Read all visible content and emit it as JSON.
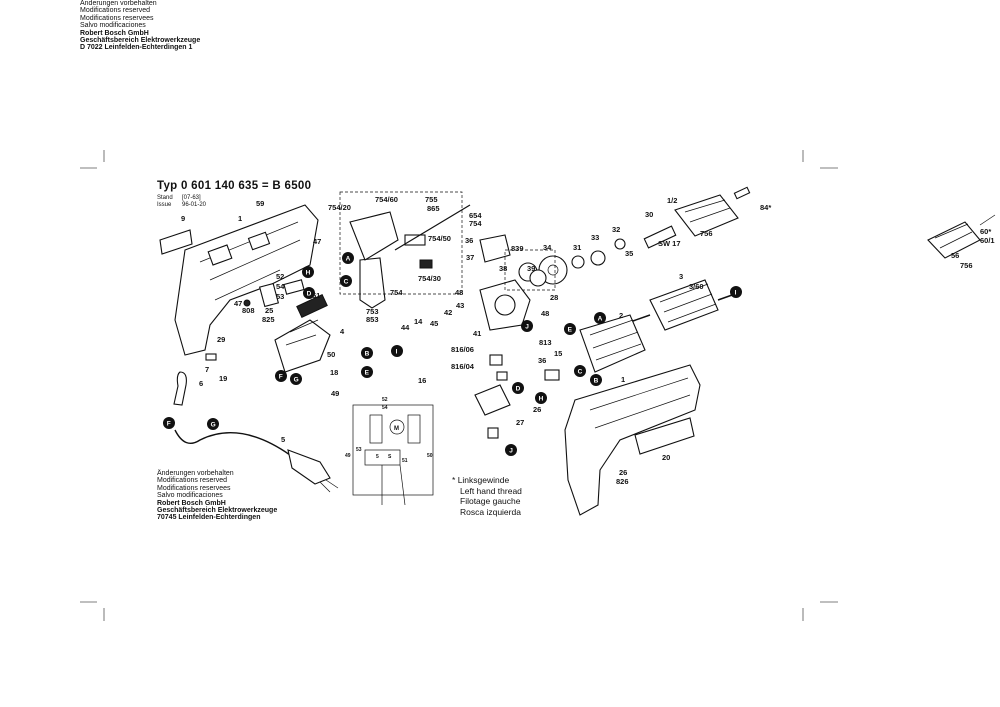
{
  "header_top": {
    "lines": [
      "Änderungen vorbehalten",
      "Modifications reserved",
      "Modifications reservees",
      "Salvo modificaciones"
    ],
    "bold_lines": [
      "Robert Bosch GmbH",
      "Geschäftsbereich Elektrowerkzeuge",
      "D 7022 Leinfelden-Echterdingen 1"
    ]
  },
  "header_bottom": {
    "lines": [
      "Änderungen vorbehalten",
      "Modifications reserved",
      "Modifications reservees",
      "Salvo modificaciones"
    ],
    "bold_lines": [
      "Robert Bosch GmbH",
      "Geschäftsbereich Elektrowerkzeuge",
      "70745 Leinfelden-Echterdingen"
    ]
  },
  "title": "Typ 0 601 140 635 = B 6500",
  "stand": {
    "label1": "Stand",
    "value1": "[07-63]",
    "label2": "Issue",
    "value2": "96-01-20"
  },
  "thread_note": {
    "symbol": "*",
    "lines": [
      "Linksgewinde",
      "Left hand thread",
      "Filotage gauche",
      "Rosca izquierda"
    ]
  },
  "circle_markers": [
    "A",
    "B",
    "C",
    "D",
    "E",
    "F",
    "G",
    "H",
    "I",
    "J"
  ],
  "part_labels": {
    "p9": "9",
    "p1": "1",
    "p59": "59",
    "p47a": "47",
    "p52": "52",
    "p54": "54",
    "p53": "53",
    "p51": "51",
    "p47b": "47",
    "p808": "808",
    "p25": "25",
    "p825": "825",
    "p29": "29",
    "p4": "4",
    "p7": "7",
    "p19": "19",
    "p6": "6",
    "p50": "50",
    "p18": "18",
    "p49": "49",
    "p5": "5",
    "p754_20": "754/20",
    "p754_60": "754/60",
    "p755": "755",
    "p865": "865",
    "p654": "654",
    "p754": "754",
    "p754_50": "754/50",
    "p36": "36",
    "p37": "37",
    "p754_30": "754/30",
    "p48a": "48",
    "p754b": "754",
    "p753": "753",
    "p853": "853",
    "p44": "44",
    "p14": "14",
    "p45": "45",
    "p42": "42",
    "p43": "43",
    "p41": "41",
    "p48b": "48",
    "p38": "38",
    "p839": "839",
    "p34": "34",
    "p31": "31",
    "p39": "39",
    "p28": "28",
    "p33": "33",
    "p32": "32",
    "p35": "35",
    "p30": "30",
    "p1_2": "1/2",
    "p756": "756",
    "p84": "84*",
    "sw17": "SW 17",
    "p3": "3",
    "p3_60": "3/60",
    "p2": "2",
    "p816_06": "816/06",
    "p816_04": "816/04",
    "p16": "16",
    "p813": "813",
    "p15": "15",
    "p26a": "26",
    "p27": "27",
    "p1b": "1",
    "p20": "20",
    "p26b": "26",
    "p826": "826",
    "p60": "60*",
    "p60_1": "60/1",
    "p56": "56",
    "p756b": "756"
  },
  "schematic_labels": {
    "s52": "52",
    "s54": "54",
    "s53": "53",
    "s51": "51",
    "s49": "49",
    "s50": "50",
    "s5": "5",
    "sM": "M",
    "sS": "S"
  }
}
